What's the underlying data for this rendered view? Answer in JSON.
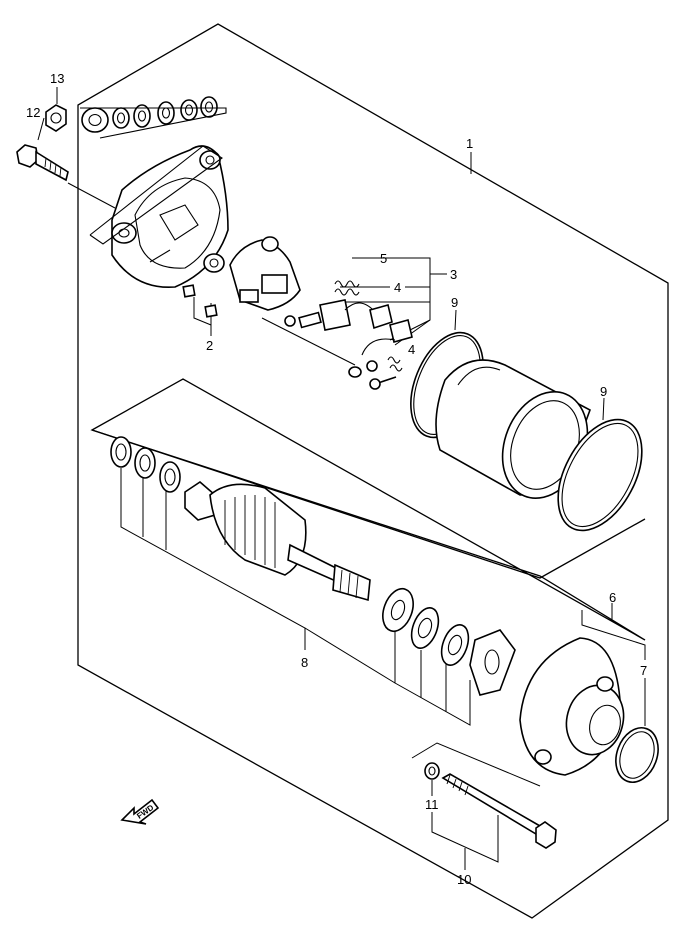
{
  "callouts": {
    "c1": "1",
    "c2": "2",
    "c3": "3",
    "c4a": "4",
    "c4b": "4",
    "c5": "5",
    "c6": "6",
    "c7": "7",
    "c8": "8",
    "c9a": "9",
    "c9b": "9",
    "c10": "10",
    "c11": "11",
    "c12": "12",
    "c13": "13"
  },
  "fwd_label": "FWD"
}
